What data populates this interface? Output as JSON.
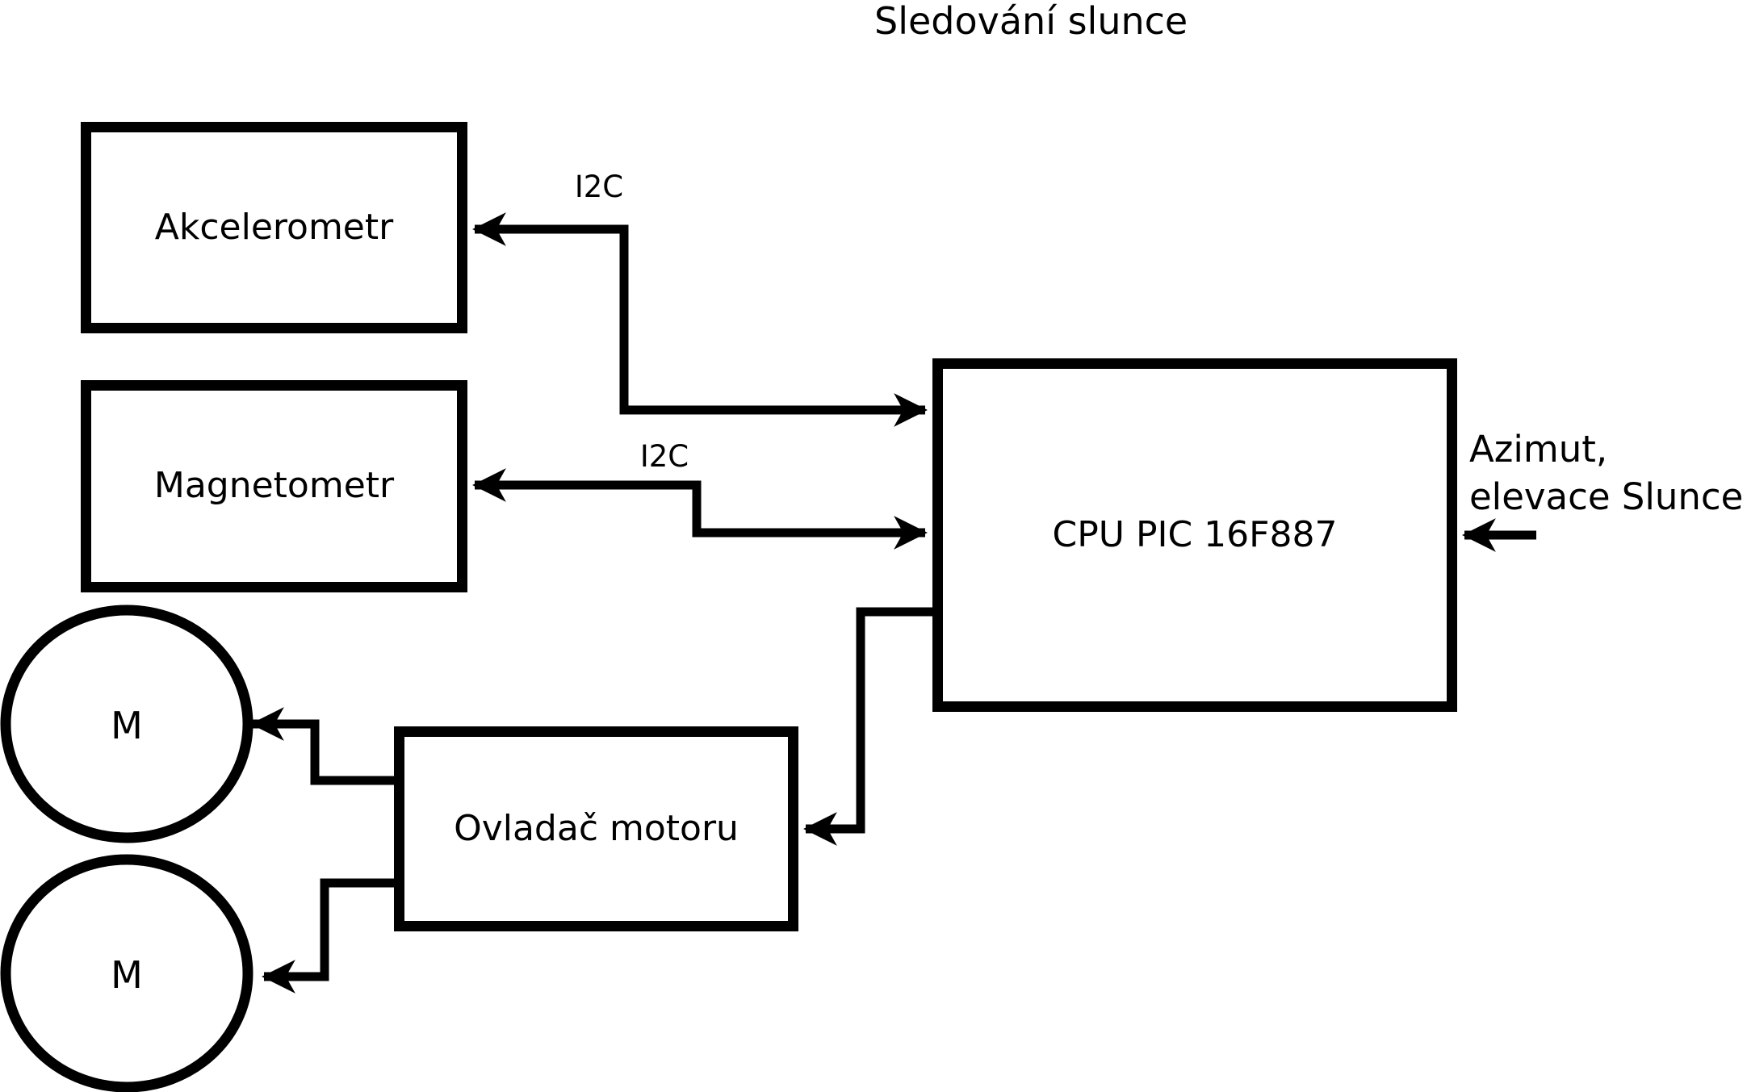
{
  "title": "Sledování slunce",
  "colors": {
    "line": "#000000",
    "background": "#ffffff"
  },
  "blocks": {
    "akcelerometr": {
      "label": "Akcelerometr"
    },
    "magnetometr": {
      "label": "Magnetometr"
    },
    "cpu": {
      "label": "CPU PIC 16F887"
    },
    "motor_controller": {
      "label": "Ovladač motoru"
    },
    "motor1": {
      "label": "M"
    },
    "motor2": {
      "label": "M"
    }
  },
  "wires": {
    "i2c_akcelerometr": {
      "label": "I2C"
    },
    "i2c_magnetometr": {
      "label": "I2C"
    },
    "azimut_input": {
      "label": "Azimut,\nelevace Slunce"
    }
  }
}
